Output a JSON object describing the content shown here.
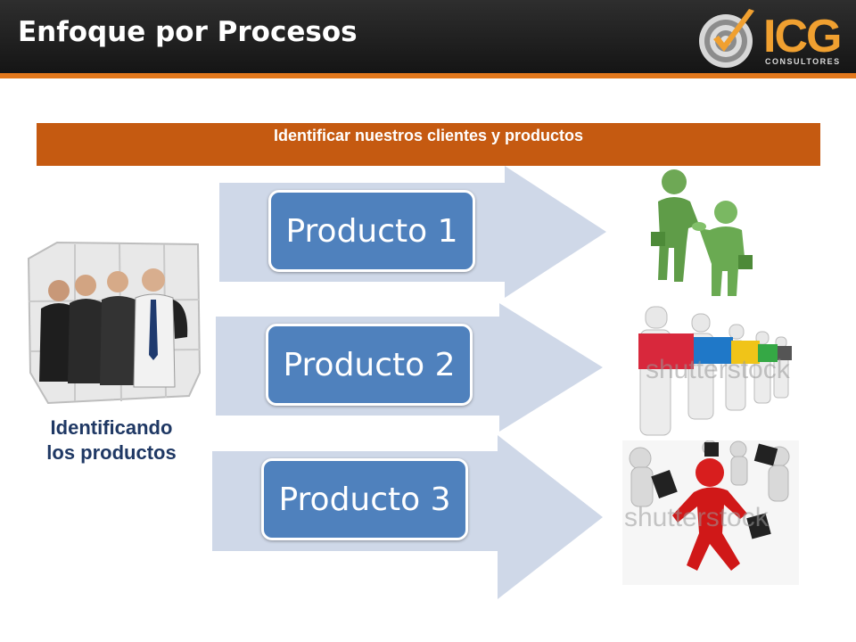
{
  "header": {
    "title": "Enfoque por Procesos",
    "logo_text": "ICG",
    "logo_sub": "CONSULTORES"
  },
  "banner": {
    "text": "Identificar nuestros clientes y productos"
  },
  "side": {
    "label_line1": "Identificando",
    "label_line2": "los productos"
  },
  "products": [
    {
      "label": "Producto 1"
    },
    {
      "label": "Producto 2"
    },
    {
      "label": "Producto 3"
    }
  ],
  "watermarks": [
    "shutterstock",
    "shutterstock"
  ],
  "colors": {
    "header_bg": "#1e1e1e",
    "accent_orange": "#e2781c",
    "banner": "#c55a11",
    "product_blue": "#4f81bd",
    "arrow_blue": "#cfd8e8",
    "label_navy": "#1f3864"
  }
}
